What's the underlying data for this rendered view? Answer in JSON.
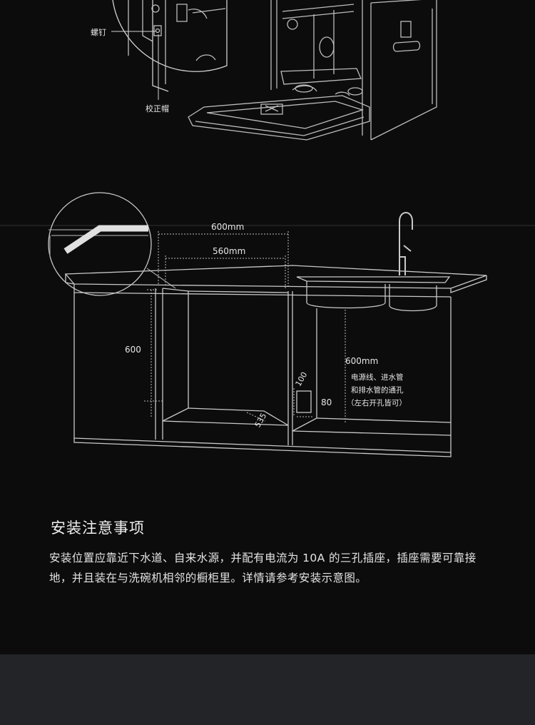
{
  "top_diagram": {
    "label_screw": "螺钉",
    "label_cap": "校正帽"
  },
  "cabinet_diagram": {
    "dim_opening_width": "600mm",
    "dim_inner_width": "560mm",
    "dim_height": "600",
    "dim_depth": "535",
    "dim_hole_height": "100",
    "dim_hole_width": "80",
    "dim_sink_cabinet_width": "600mm",
    "hole_note_line1": "电源线、进水管",
    "hole_note_line2": "和排水管的通孔",
    "hole_note_line3": "（左右开孔皆可）"
  },
  "notes": {
    "title": "安装注意事项",
    "body": "安装位置应靠近下水道、自来水源，并配有电流为 10A 的三孔插座，插座需要可靠接地，并且装在与洗碗机相邻的橱柜里。详情请参考安装示意图。"
  }
}
